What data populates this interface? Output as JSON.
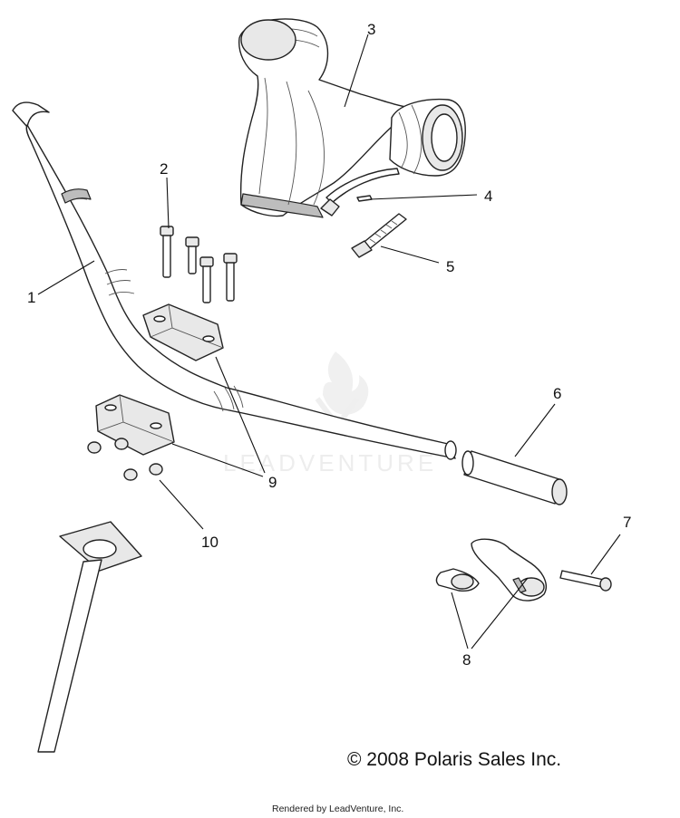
{
  "callouts": [
    "1",
    "2",
    "3",
    "4",
    "5",
    "6",
    "7",
    "8",
    "9",
    "10"
  ],
  "watermark": "LEADVENTURE",
  "copyright": "© 2008 Polaris Sales Inc.",
  "rendered_by": "Rendered by LeadVenture, Inc."
}
